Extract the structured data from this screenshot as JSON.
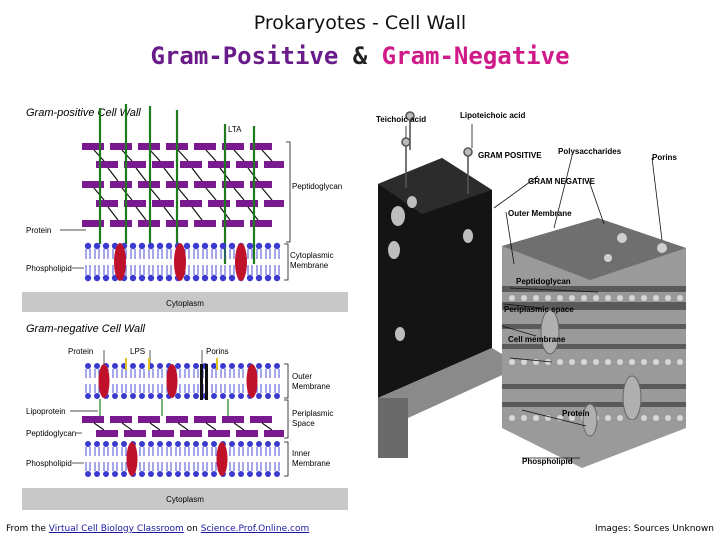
{
  "header": {
    "line1_prefix": "Prokaryotes - ",
    "line1_highlight": "Cell Wall",
    "gram_positive": "Gram-Positive",
    "ampersand": " & ",
    "gram_negative": "Gram-Negative"
  },
  "left_diagram": {
    "positive": {
      "heading": "Gram-positive Cell Wall",
      "lta": "LTA",
      "peptidoglycan": "Peptidoglycan",
      "protein": "Protein",
      "phospholipid": "Phospholipid",
      "cytoplasmic_membrane_1": "Cytoplasmic",
      "cytoplasmic_membrane_2": "Membrane",
      "cytoplasm": "Cytoplasm"
    },
    "negative": {
      "heading": "Gram-negative Cell Wall",
      "protein": "Protein",
      "lps": "LPS",
      "porins": "Porins",
      "outer_membrane_1": "Outer",
      "outer_membrane_2": "Membrane",
      "lipoprotein": "Lipoprotein",
      "periplasmic_space_1": "Periplasmic",
      "periplasmic_space_2": "Space",
      "peptidoglycan": "Peptidoglycan",
      "phospholipid": "Phospholipid",
      "inner_membrane_1": "Inner",
      "inner_membrane_2": "Membrane",
      "cytoplasm": "Cytoplasm"
    }
  },
  "right_diagram": {
    "teichoic_acid": "Teichoic acid",
    "lipoteichoic_acid": "Lipoteichoic acid",
    "gram_positive": "GRAM POSITIVE",
    "polysaccharides": "Polysaccharides",
    "porins": "Porins",
    "gram_negative": "GRAM NEGATIVE",
    "outer_membrane": "Outer Membrane",
    "peptidoglycan": "Peptidoglycan",
    "periplasmic_space": "Periplasmic space",
    "cell_membrane": "Cell membrane",
    "protein": "Protein",
    "phospholipid": "Phospholipid"
  },
  "footer": {
    "prefix": "From the ",
    "link1": "Virtual Cell Biology Classroom",
    "middle": " on ",
    "link2": "Science.Prof.Online.com",
    "right": "Images: Sources Unknown"
  }
}
